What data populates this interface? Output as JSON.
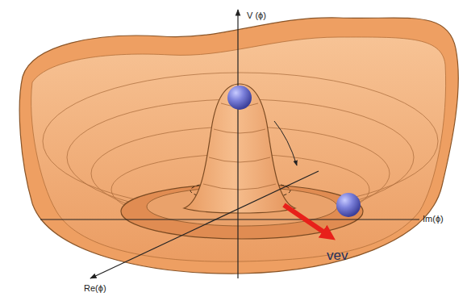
{
  "diagram": {
    "labels": [
      "V (ϕ)",
      "Im(ϕ)",
      "Re(ϕ)",
      "vev"
    ]
  }
}
